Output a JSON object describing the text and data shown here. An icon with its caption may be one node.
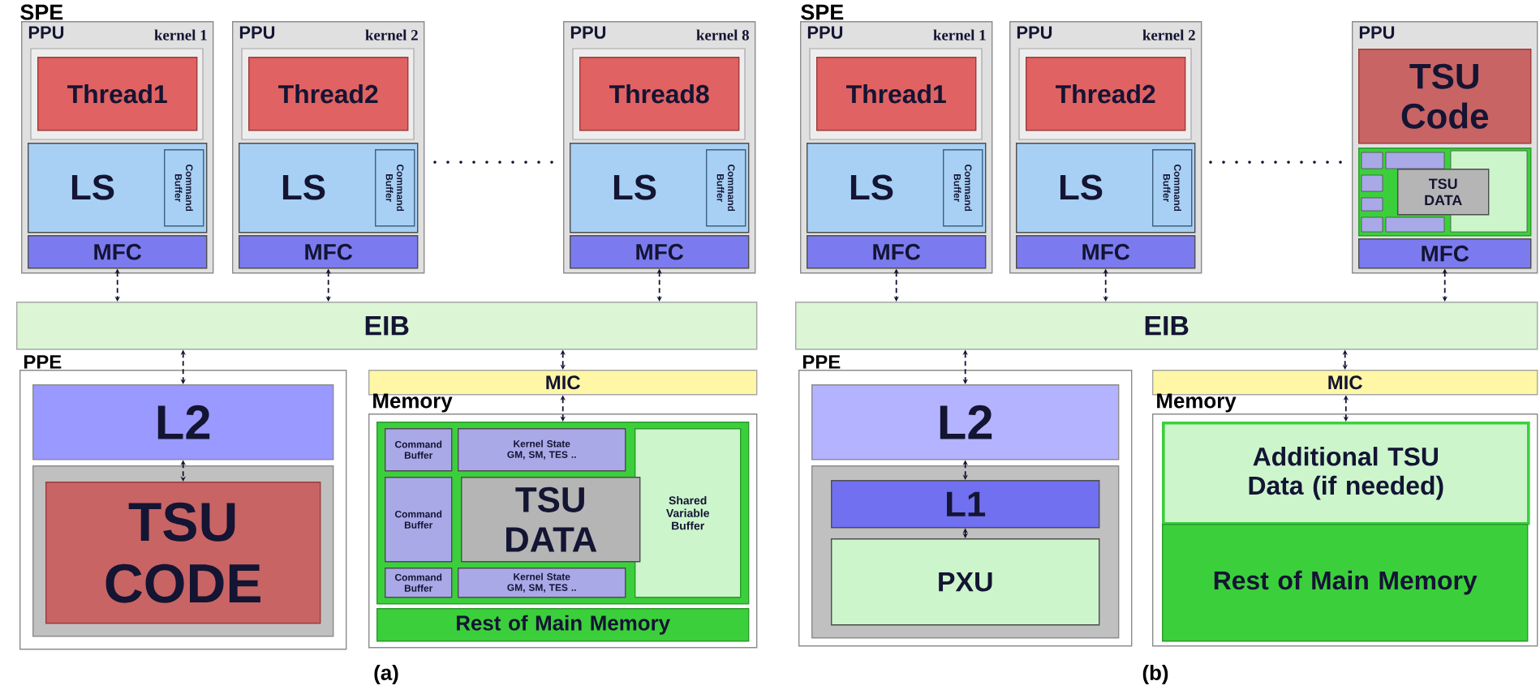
{
  "diagram": {
    "nodes": [
      {
        "text": [
          "PPU",
          "kernel 1"
        ]
      },
      {
        "text": [
          "Thread1"
        ],
        "in": 0
      },
      {
        "text": [
          "LS"
        ],
        "in": 0
      },
      {
        "text": [
          "Command Buffer"
        ],
        "in": 2
      },
      {
        "text": [
          "MFC"
        ],
        "in": 0
      },
      {
        "text": [
          "PPU",
          "kernel 2"
        ]
      },
      {
        "text": [
          "Thread2"
        ],
        "in": 5
      },
      {
        "text": [
          "LS"
        ],
        "in": 5
      },
      {
        "text": [
          "Command Buffer"
        ],
        "in": 7
      },
      {
        "text": [
          "MFC"
        ],
        "in": 5
      },
      {
        "text": [
          "PPU",
          "kernel 8"
        ]
      },
      {
        "text": [
          "Thread8"
        ],
        "in": 10
      },
      {
        "text": [
          "LS"
        ],
        "in": 10
      },
      {
        "text": [
          "Command Buffer"
        ],
        "in": 12
      },
      {
        "text": [
          "MFC"
        ],
        "in": 10
      },
      {
        "text": [
          "EIB"
        ]
      },
      {
        "text": [
          "PPE"
        ]
      },
      {
        "text": [
          "L2"
        ],
        "in": 16
      },
      {
        "text": [],
        "shape": "box",
        "in": 16
      },
      {
        "text": [
          "TSU CODE"
        ],
        "in": 18
      },
      {
        "text": [
          "MIC"
        ]
      },
      {
        "text": [
          "Memory"
        ]
      },
      {
        "text": [],
        "shape": "box",
        "in": 21
      },
      {
        "text": [
          "Command Buffer"
        ],
        "in": 22
      },
      {
        "text": [
          "Kernel State GM, SM, TES .."
        ],
        "in": 22
      },
      {
        "text": [
          "Shared Variable Buffer"
        ],
        "in": 22
      },
      {
        "text": [
          "Command Buffer"
        ],
        "in": 22
      },
      {
        "text": [
          "TSU DATA"
        ],
        "in": 22
      },
      {
        "text": [
          "Command Buffer"
        ],
        "in": 22
      },
      {
        "text": [
          "Kernel State GM, SM, TES .."
        ],
        "in": 22
      },
      {
        "text": [
          "Rest of Main Memory"
        ],
        "in": 21
      },
      {
        "text": [
          "PPU",
          "kernel 1"
        ]
      },
      {
        "text": [
          "Thread1"
        ],
        "in": 31
      },
      {
        "text": [
          "LS"
        ],
        "in": 31
      },
      {
        "text": [
          "Command Buffer"
        ],
        "in": 33
      },
      {
        "text": [
          "MFC"
        ],
        "in": 31
      },
      {
        "text": [
          "PPU",
          "kernel 2"
        ]
      },
      {
        "text": [
          "Thread2"
        ],
        "in": 36
      },
      {
        "text": [
          "LS"
        ],
        "in": 36
      },
      {
        "text": [
          "Command Buffer"
        ],
        "in": 38
      },
      {
        "text": [
          "MFC"
        ],
        "in": 36
      },
      {
        "text": [
          "PPU"
        ]
      },
      {
        "text": [
          "TSU Code"
        ],
        "in": 41
      },
      {
        "text": [],
        "shape": "box",
        "in": 41
      },
      {
        "text": [
          "TSU DATA"
        ],
        "in": 43
      },
      {
        "text": [
          "MFC"
        ],
        "in": 41
      },
      {
        "text": [
          "EIB"
        ]
      },
      {
        "text": [
          "PPE"
        ]
      },
      {
        "text": [
          "L2"
        ],
        "in": 47
      },
      {
        "text": [],
        "shape": "box",
        "in": 47
      },
      {
        "text": [
          "L1"
        ],
        "in": 49
      },
      {
        "text": [
          "PXU"
        ],
        "in": 49
      },
      {
        "text": [
          "MIC"
        ]
      },
      {
        "text": [
          "Memory"
        ]
      },
      {
        "text": [
          "Additional TSU Data (if needed)"
        ],
        "in": 53
      },
      {
        "text": [
          "Rest of Main Memory"
        ],
        "in": 53
      }
    ],
    "edges": [
      {
        "from": 4,
        "to": 15,
        "arrow": "both"
      },
      {
        "from": 9,
        "to": 15,
        "arrow": "both"
      },
      {
        "from": 14,
        "to": 15,
        "arrow": "both"
      },
      {
        "from": 15,
        "to": 17,
        "arrow": "both"
      },
      {
        "from": 17,
        "to": 19,
        "arrow": "both"
      },
      {
        "from": 15,
        "to": 20,
        "arrow": "both"
      },
      {
        "from": 20,
        "to": 22,
        "arrow": "both"
      },
      {
        "from": 35,
        "to": 46,
        "arrow": "both"
      },
      {
        "from": 40,
        "to": 46,
        "arrow": "both"
      },
      {
        "from": 45,
        "to": 46,
        "arrow": "both"
      },
      {
        "from": 46,
        "to": 48,
        "arrow": "both"
      },
      {
        "from": 48,
        "to": 50,
        "arrow": "both"
      },
      {
        "from": 50,
        "to": 51,
        "arrow": "both"
      },
      {
        "from": 46,
        "to": 52,
        "arrow": "both"
      },
      {
        "from": 52,
        "to": 54,
        "arrow": "both"
      }
    ],
    "labels": [
      "SPE",
      "SPE",
      "(a)",
      "(b)"
    ]
  }
}
